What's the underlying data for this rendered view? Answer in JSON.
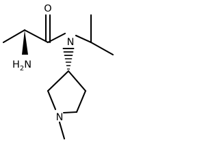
{
  "molecule": {
    "atoms": {
      "carbonyl_oxygen": "O",
      "amide_nitrogen": "N",
      "amine": {
        "symbol": "H",
        "subscript": "2",
        "element": "N"
      },
      "ring_nitrogen": "N"
    },
    "stereo_bonds": {
      "alpha_carbon_to_amine": "wedge",
      "ring_carbon_to_amide_nitrogen": "hashed-wedge"
    }
  }
}
